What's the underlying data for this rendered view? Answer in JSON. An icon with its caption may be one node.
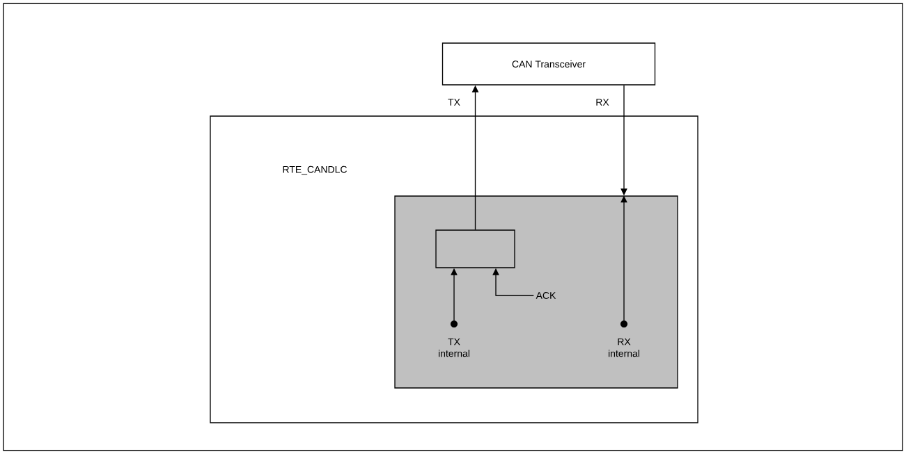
{
  "diagram": {
    "nodes": [
      {
        "text": [
          "CAN Transceiver"
        ]
      },
      {
        "text": [
          "RTE_CANDLC"
        ]
      },
      {
        "text": [],
        "shape": "box",
        "in": 1
      },
      {
        "text": [],
        "shape": "box",
        "in": 2
      },
      {
        "text": [
          "TX internal"
        ],
        "in": 2
      },
      {
        "text": [
          "RX internal"
        ],
        "in": 2
      },
      {
        "text": [
          "ACK"
        ],
        "in": 2
      }
    ],
    "edges": [
      {
        "from": 3,
        "to": 0,
        "arrow": "to",
        "label": "TX"
      },
      {
        "from": 0,
        "to": 2,
        "arrow": "to",
        "label": "RX"
      },
      {
        "from": 5,
        "to": 2,
        "arrow": "to"
      },
      {
        "from": 4,
        "to": 3,
        "arrow": "to"
      },
      {
        "from": 6,
        "to": 3,
        "arrow": "to"
      }
    ]
  }
}
